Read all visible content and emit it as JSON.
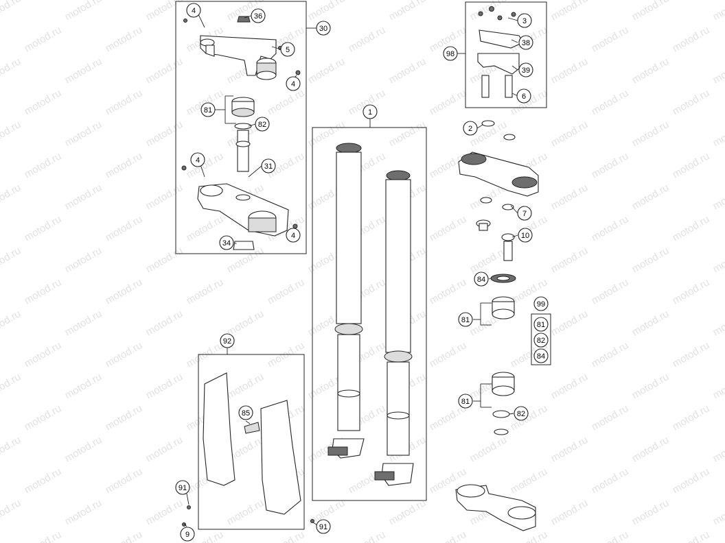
{
  "watermark": "motod.ru",
  "callouts": [
    {
      "id": "c4a",
      "label": "4"
    },
    {
      "id": "c36",
      "label": "36"
    },
    {
      "id": "c30",
      "label": "30"
    },
    {
      "id": "c5",
      "label": "5"
    },
    {
      "id": "c4b",
      "label": "4"
    },
    {
      "id": "c81a",
      "label": "81"
    },
    {
      "id": "c82a",
      "label": "82"
    },
    {
      "id": "c4c",
      "label": "4"
    },
    {
      "id": "c31",
      "label": "31"
    },
    {
      "id": "c4d",
      "label": "4"
    },
    {
      "id": "c34",
      "label": "34"
    },
    {
      "id": "c1",
      "label": "1"
    },
    {
      "id": "c3",
      "label": "3"
    },
    {
      "id": "c98",
      "label": "98"
    },
    {
      "id": "c38",
      "label": "38"
    },
    {
      "id": "c39",
      "label": "39"
    },
    {
      "id": "c6",
      "label": "6"
    },
    {
      "id": "c2",
      "label": "2"
    },
    {
      "id": "c7",
      "label": "7"
    },
    {
      "id": "c10",
      "label": "10"
    },
    {
      "id": "c84a",
      "label": "84"
    },
    {
      "id": "c99",
      "label": "99"
    },
    {
      "id": "c81b",
      "label": "81"
    },
    {
      "id": "c81k",
      "label": "81"
    },
    {
      "id": "c82k",
      "label": "82"
    },
    {
      "id": "c84k",
      "label": "84"
    },
    {
      "id": "c81c",
      "label": "81"
    },
    {
      "id": "c82b",
      "label": "82"
    },
    {
      "id": "c92",
      "label": "92"
    },
    {
      "id": "c85",
      "label": "85"
    },
    {
      "id": "c91a",
      "label": "91"
    },
    {
      "id": "c9",
      "label": "9"
    },
    {
      "id": "c91b",
      "label": "91"
    }
  ]
}
